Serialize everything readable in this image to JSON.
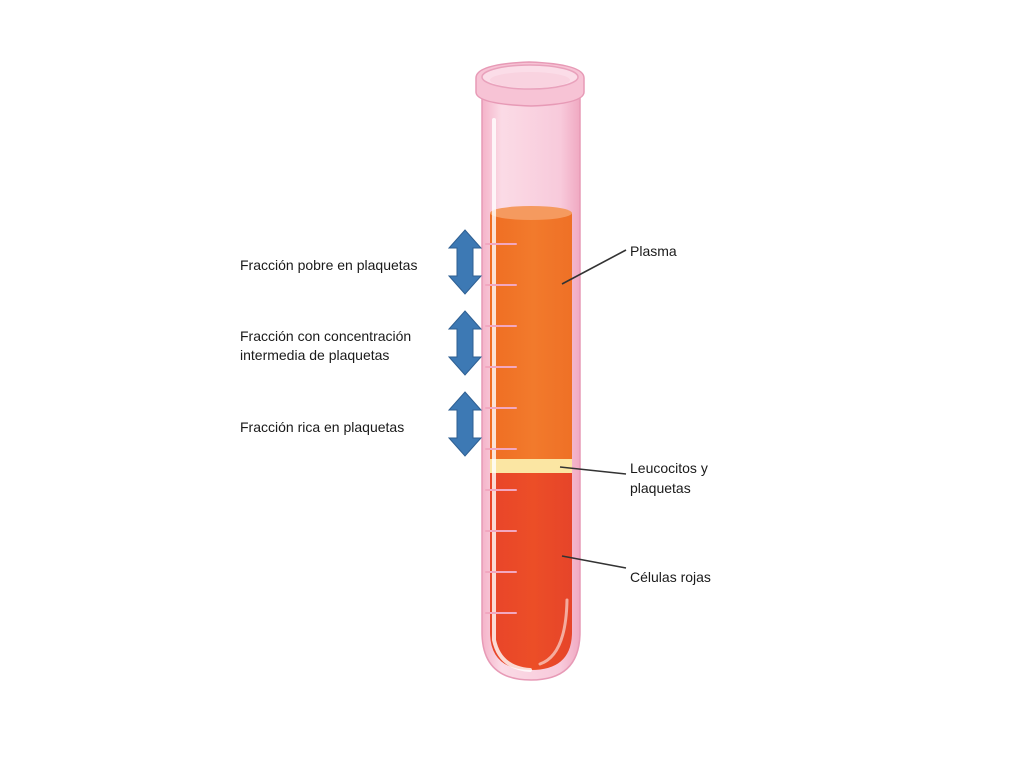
{
  "fractions": {
    "poor": "Fracción pobre en plaquetas",
    "intermediate_line1": "Fracción con concentración",
    "intermediate_line2": "intermedia de plaquetas",
    "rich": "Fracción rica en plaquetas"
  },
  "layers": {
    "plasma": "Plasma",
    "buffy_line1": "Leucocitos y",
    "buffy_line2": "plaquetas",
    "red_cells": "Células rojas"
  },
  "colors": {
    "plasma": "#f0772b",
    "buffy_coat": "#fbe6a3",
    "red_cells": "#ea4a26",
    "tube_glass": "#f6bfd2",
    "arrow": "#3d79b4"
  },
  "icons": [
    "double-arrow-icon",
    "double-arrow-icon",
    "double-arrow-icon"
  ]
}
